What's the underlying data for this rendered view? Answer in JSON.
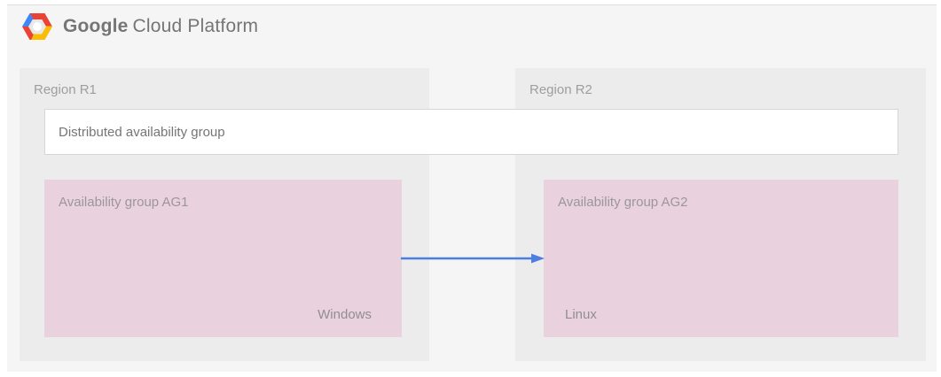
{
  "header": {
    "logo": {
      "google": "Google",
      "suffix": "Cloud Platform"
    }
  },
  "diagram": {
    "region_r1": {
      "label": "Region R1"
    },
    "region_r2": {
      "label": "Region R2"
    },
    "distributed_availability_group": {
      "label": "Distributed availability group"
    },
    "ag1": {
      "label": "Availability group AG1",
      "os_label": "Windows"
    },
    "ag2": {
      "label": "Availability group AG2",
      "os_label": "Linux"
    },
    "colors": {
      "panel_bg": "#f5f5f5",
      "region_bg": "#ececec",
      "availability_group_bg": "#e9d2dd",
      "distributed_box_bg": "#ffffff",
      "distributed_box_border": "#d6d6d6",
      "arrow_blue": "#4b7de2",
      "label_gray": "#9e9e9e",
      "text_gray": "#757575",
      "logo_blue": "#4285f4",
      "logo_red": "#ea4335",
      "logo_yellow": "#fbbc05"
    }
  }
}
